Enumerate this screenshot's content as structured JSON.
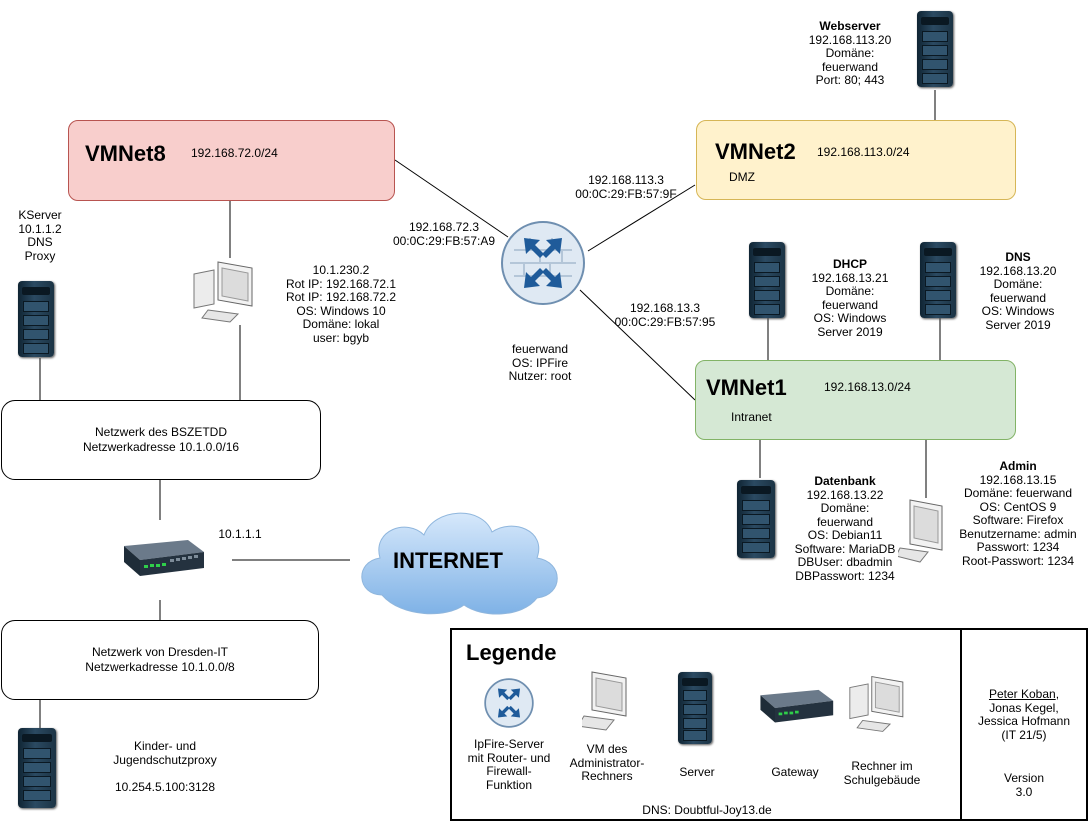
{
  "networks": {
    "vmnet8": {
      "name": "VMNet8",
      "subnet": "192.168.72.0/24",
      "color": "#f8cecc"
    },
    "vmnet2": {
      "name": "VMNet2",
      "subnet": "192.168.113.0/24",
      "sub": "DMZ",
      "color": "#fff2cc"
    },
    "vmnet1": {
      "name": "VMNet1",
      "subnet": "192.168.13.0/24",
      "sub": "Intranet",
      "color": "#d5e8d4"
    }
  },
  "webserver": {
    "title": "Webserver",
    "lines": [
      "192.168.113.20",
      "Domäne:",
      "feuerwand",
      "Port: 80; 443"
    ]
  },
  "dhcp": {
    "title": "DHCP",
    "lines": [
      "192.168.13.21",
      "Domäne:",
      "feuerwand",
      "OS: Windows",
      "Server 2019"
    ]
  },
  "dns": {
    "title": "DNS",
    "lines": [
      "192.168.13.20",
      "Domäne:",
      "feuerwand",
      "OS: Windows",
      "Server 2019"
    ]
  },
  "datenbank": {
    "title": "Datenbank",
    "lines": [
      "192.168.13.22",
      "Domäne:",
      "feuerwand",
      "OS: Debian11",
      "Software: MariaDB",
      "DBUser: dbadmin",
      "DBPasswort: 1234"
    ]
  },
  "admin": {
    "title": "Admin",
    "lines": [
      "192.168.13.15",
      "Domäne: feuerwand",
      "OS: CentOS 9",
      "Software: Firefox",
      "Benutzername: admin",
      "Passwort: 1234",
      "Root-Passwort: 1234"
    ]
  },
  "kserver": {
    "lines": [
      "KServer",
      "10.1.1.2",
      "DNS",
      "Proxy"
    ]
  },
  "vm_pc": {
    "lines": [
      "10.1.230.2",
      "Rot IP: 192.168.72.1",
      "Rot IP: 192.168.72.2",
      "OS: Windows 10",
      "Domäne: lokal",
      "user: bgyb"
    ]
  },
  "firewall": {
    "left_iface": [
      "192.168.72.3",
      "00:0C:29:FB:57:A9"
    ],
    "top_iface": [
      "192.168.113.3",
      "00:0C:29:FB:57:9F"
    ],
    "bottom_iface": [
      "192.168.13.3",
      "00:0C:29:FB:57:95"
    ],
    "info": [
      "feuerwand",
      "OS: IPFire",
      "Nutzer: root"
    ]
  },
  "bszetdd": {
    "lines": [
      "Netzwerk des BSZETDD",
      "Netzwerkadresse 10.1.0.0/16"
    ]
  },
  "dresden": {
    "lines": [
      "Netzwerk von Dresden-IT",
      "Netzwerkadresse 10.1.0.0/8"
    ]
  },
  "gateway_ip": "10.1.1.1",
  "internet": "INTERNET",
  "proxy": {
    "line1": "Kinder- und",
    "line2": "Jugendschutzproxy",
    "addr": "10.254.5.100:3128"
  },
  "legend": {
    "title": "Legende",
    "items": [
      {
        "label": [
          "IpFire-Server",
          "mit Router- und",
          "Firewall-",
          "Funktion"
        ]
      },
      {
        "label": [
          "VM des",
          "Administrator-",
          "Rechners"
        ]
      },
      {
        "label": [
          "Server"
        ]
      },
      {
        "label": [
          "Gateway"
        ]
      },
      {
        "label": [
          "Rechner im",
          "Schulgebäude"
        ]
      }
    ],
    "dns": "DNS: Doubtful-Joy13.de"
  },
  "credits": {
    "author": "Peter Koban",
    "others": [
      "Jonas Kegel,",
      "Jessica Hofmann",
      "(IT 21/5)"
    ],
    "version": [
      "Version",
      "3.0"
    ]
  }
}
